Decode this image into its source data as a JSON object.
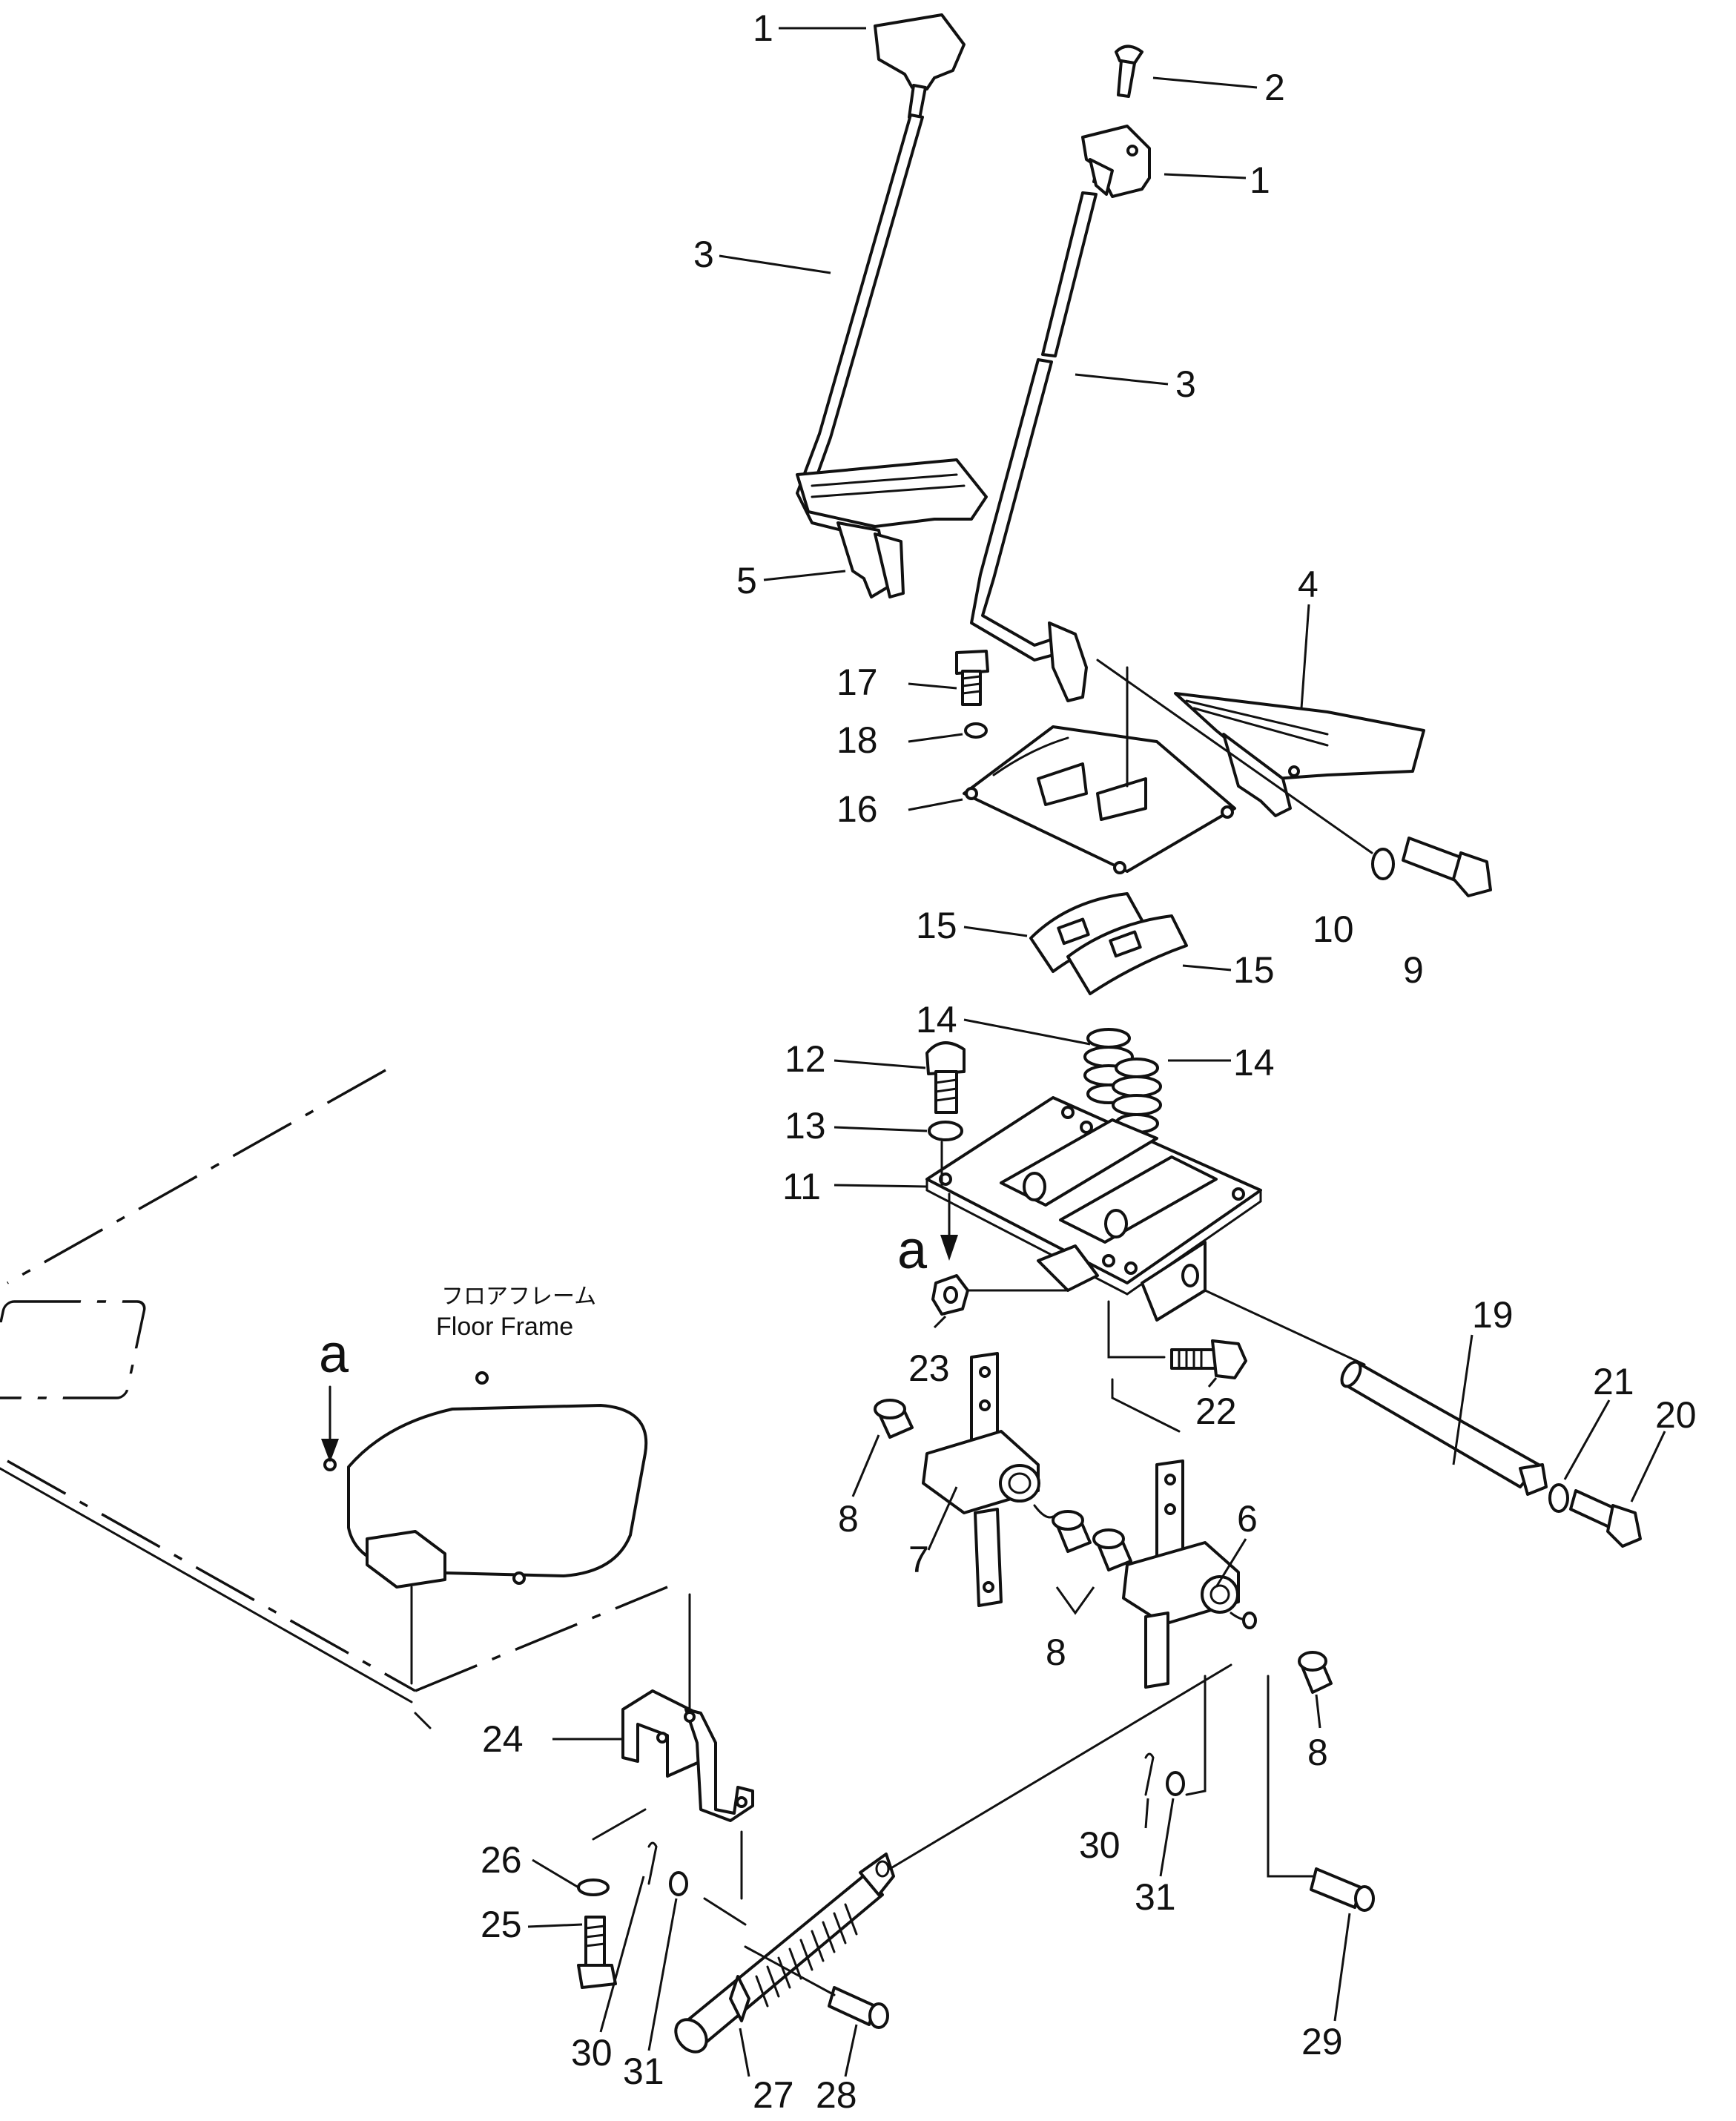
{
  "floor_frame": {
    "label_jp": "フロアフレーム",
    "label_en": "Floor Frame"
  },
  "view_marker": "a",
  "callouts": [
    {
      "id": "c1a",
      "text": "1"
    },
    {
      "id": "c1b",
      "text": "1"
    },
    {
      "id": "c2",
      "text": "2"
    },
    {
      "id": "c3a",
      "text": "3"
    },
    {
      "id": "c3b",
      "text": "3"
    },
    {
      "id": "c4",
      "text": "4"
    },
    {
      "id": "c5",
      "text": "5"
    },
    {
      "id": "c6",
      "text": "6"
    },
    {
      "id": "c7",
      "text": "7"
    },
    {
      "id": "c8a",
      "text": "8"
    },
    {
      "id": "c8b",
      "text": "8"
    },
    {
      "id": "c8c",
      "text": "8"
    },
    {
      "id": "c9",
      "text": "9"
    },
    {
      "id": "c10",
      "text": "10"
    },
    {
      "id": "c11",
      "text": "11"
    },
    {
      "id": "c12",
      "text": "12"
    },
    {
      "id": "c13",
      "text": "13"
    },
    {
      "id": "c14a",
      "text": "14"
    },
    {
      "id": "c14b",
      "text": "14"
    },
    {
      "id": "c15a",
      "text": "15"
    },
    {
      "id": "c15b",
      "text": "15"
    },
    {
      "id": "c16",
      "text": "16"
    },
    {
      "id": "c17",
      "text": "17"
    },
    {
      "id": "c18",
      "text": "18"
    },
    {
      "id": "c19",
      "text": "19"
    },
    {
      "id": "c20",
      "text": "20"
    },
    {
      "id": "c21",
      "text": "21"
    },
    {
      "id": "c22",
      "text": "22"
    },
    {
      "id": "c23",
      "text": "23"
    },
    {
      "id": "c24",
      "text": "24"
    },
    {
      "id": "c25",
      "text": "25"
    },
    {
      "id": "c26",
      "text": "26"
    },
    {
      "id": "c27",
      "text": "27"
    },
    {
      "id": "c28",
      "text": "28"
    },
    {
      "id": "c29",
      "text": "29"
    },
    {
      "id": "c30a",
      "text": "30"
    },
    {
      "id": "c30b",
      "text": "30"
    },
    {
      "id": "c31a",
      "text": "31"
    },
    {
      "id": "c31b",
      "text": "31"
    }
  ]
}
